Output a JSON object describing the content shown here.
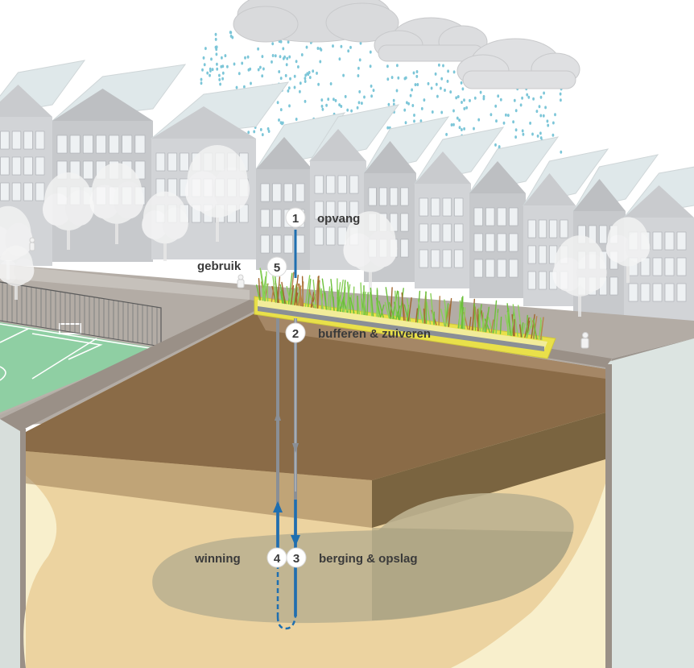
{
  "steps": [
    {
      "id": "1",
      "label": "opvang"
    },
    {
      "id": "2",
      "label": "bufferen & zuiveren"
    },
    {
      "id": "3",
      "label": "berging & opslag"
    },
    {
      "id": "4",
      "label": "winning"
    },
    {
      "id": "5",
      "label": "gebruik"
    }
  ],
  "colors": {
    "water_pipe": "#1f6fb0",
    "return_pipe": "#8a8f96",
    "rain": "#7cc6d8",
    "grass": "#6cbf3a",
    "reed": "#a0672e",
    "buffer_frame": "#e9e04a",
    "soil_clay": "#8a6a45",
    "sand": "#ecd3a0",
    "aquifer": "#bdb190"
  }
}
